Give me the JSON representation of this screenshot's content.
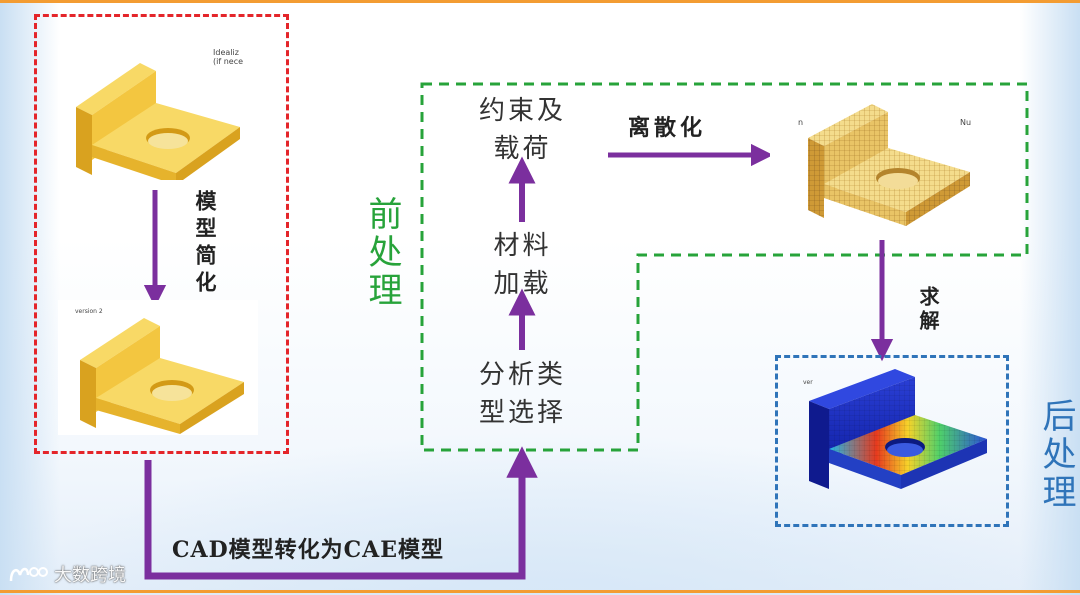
{
  "pipeline": {
    "simplify_label": "模型简化",
    "convert_label": "CAD模型转化为CAE模型",
    "preprocess_label": "前处理",
    "postprocess_label": "后处理",
    "steps": [
      {
        "line1": "约束及",
        "line2": "载荷"
      },
      {
        "line1": "材料",
        "line2": "加载"
      },
      {
        "line1": "分析类",
        "line2": "型选择"
      }
    ],
    "mesh_label": "离散化",
    "solve_label": "求解"
  },
  "thumbnails": {
    "top_caption_line1": "Idealiz",
    "top_caption_line2": "(if nece",
    "bottom_caption": "version 2",
    "mesh_caption_left": "n",
    "mesh_caption_right": "Nu",
    "fea_caption": "ver"
  },
  "watermark": {
    "text": "大数跨境",
    "logo_icon": "watermark-logo-icon"
  },
  "colors": {
    "accent_orange": "#f39c32",
    "purple_arrow": "#7b2f9e",
    "red_dash": "#e4252a",
    "green_dash": "#27a33a",
    "blue_dash": "#2f74b9",
    "part_yellow": "#f3c640"
  }
}
